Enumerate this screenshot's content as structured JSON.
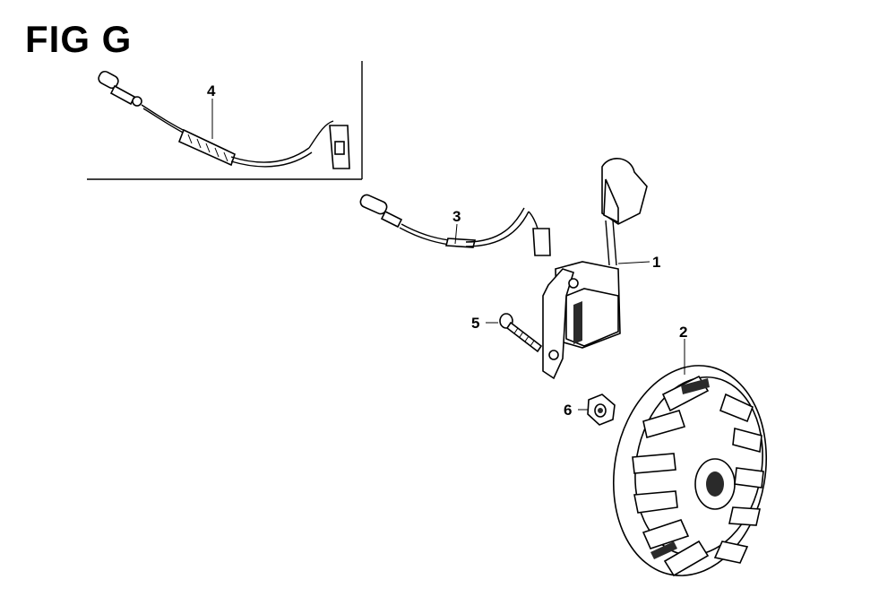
{
  "figure": {
    "title": "FIG G"
  },
  "callouts": [
    {
      "id": "1",
      "label": "1",
      "part": "ignition-coil"
    },
    {
      "id": "2",
      "label": "2",
      "part": "flywheel"
    },
    {
      "id": "3",
      "label": "3",
      "part": "stop-switch-wire"
    },
    {
      "id": "4",
      "label": "4",
      "part": "stop-switch-wire-alt"
    },
    {
      "id": "5",
      "label": "5",
      "part": "bolt"
    },
    {
      "id": "6",
      "label": "6",
      "part": "nut"
    }
  ]
}
